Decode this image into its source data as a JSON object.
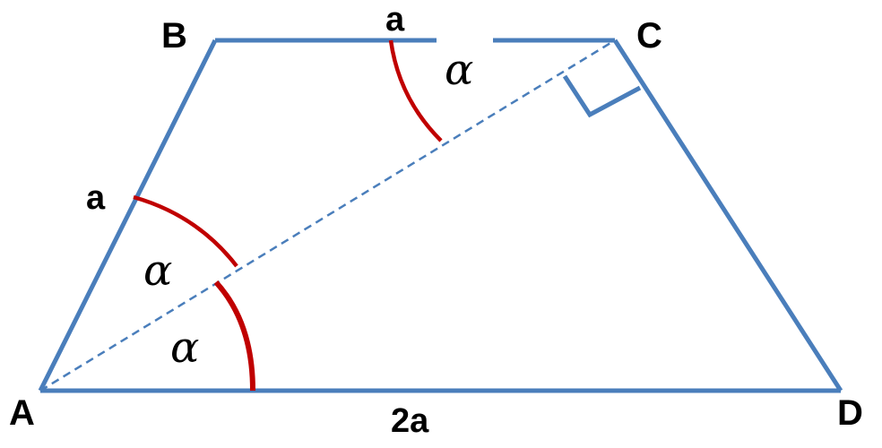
{
  "vertices": {
    "A": "A",
    "B": "B",
    "C": "C",
    "D": "D"
  },
  "side_labels": {
    "bc": "a",
    "ab": "a",
    "ad": "2a"
  },
  "angle_labels": {
    "at_c": "α",
    "at_a_upper": "α",
    "at_a_lower": "α"
  },
  "colors": {
    "edges": "#4a7ebb",
    "angle_arcs": "#c00000",
    "text": "#000000"
  }
}
